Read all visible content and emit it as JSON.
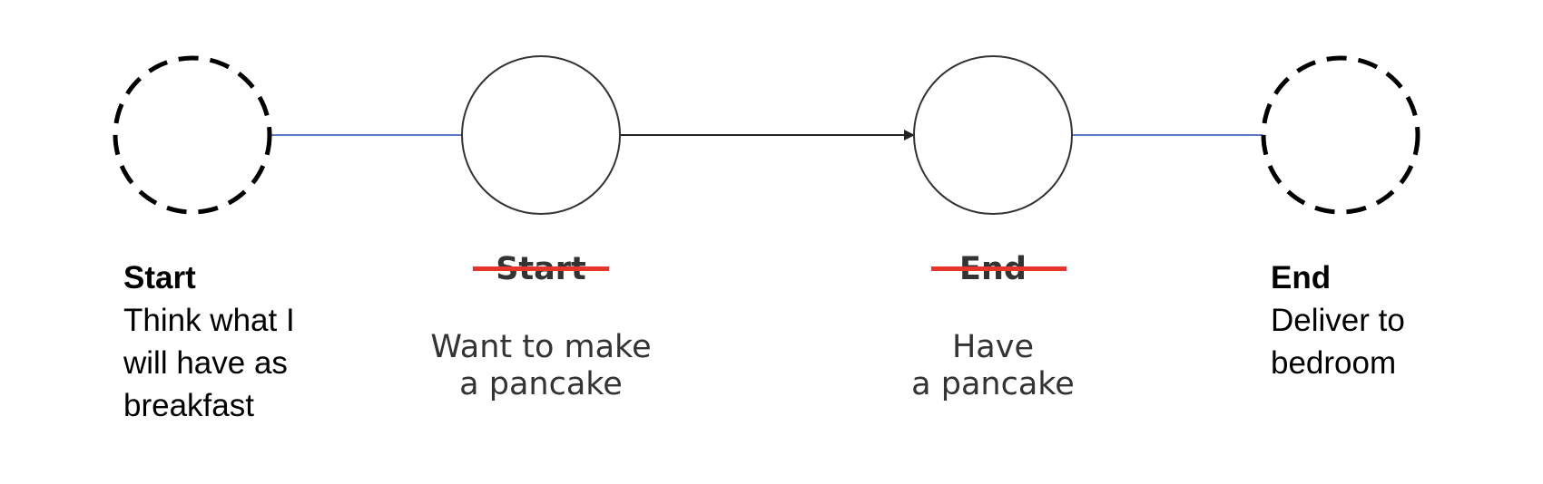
{
  "nodes": {
    "outer_start": {
      "title": "Start",
      "description": "Think what I\nwill have as\nbreakfast"
    },
    "inner_start": {
      "title": "Start",
      "struck_through": true,
      "description": "Want to make\na pancake"
    },
    "inner_end": {
      "title": "End",
      "struck_through": true,
      "description": "Have\na pancake"
    },
    "outer_end": {
      "title": "End",
      "description": "Deliver to\nbedroom"
    }
  },
  "colors": {
    "dashed_circle": "#000000",
    "solid_circle": "#333333",
    "connector": "#5b79c4",
    "arrow": "#222222",
    "strikethrough": "#e8352b"
  }
}
